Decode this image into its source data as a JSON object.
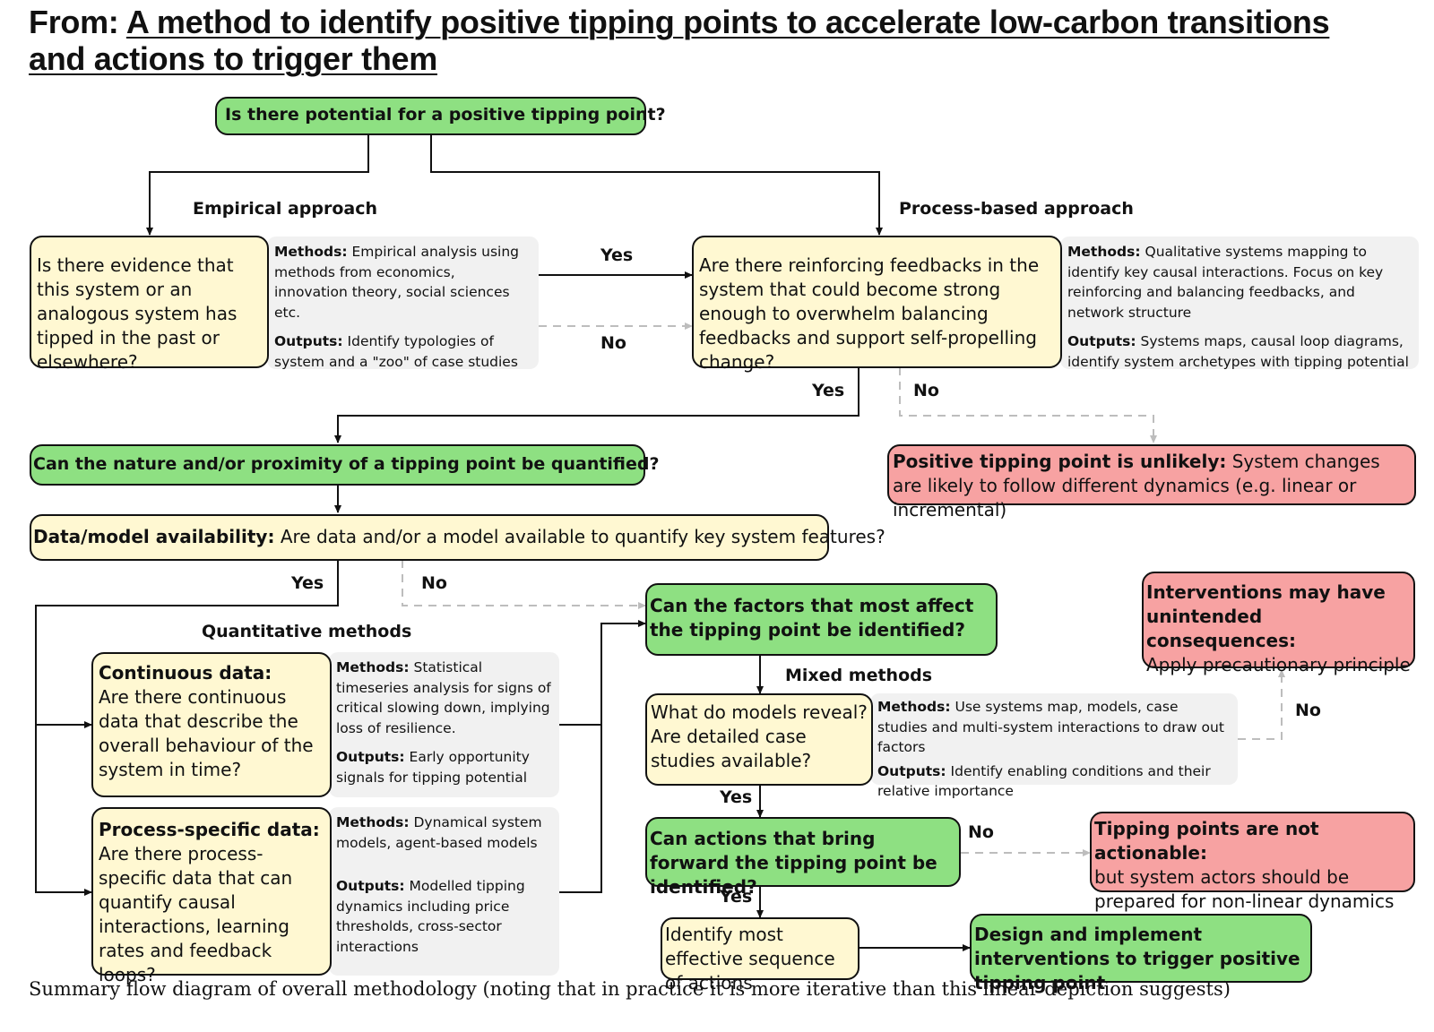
{
  "header": {
    "prefix": "From: ",
    "title": "A method to identify positive tipping points to accelerate low-carbon transitions and actions to trigger them"
  },
  "nodes": {
    "top_question": "Is there potential for a positive tipping point?",
    "empirical_label": "Empirical approach",
    "process_label": "Process-based approach",
    "empirical_question": "Is there evidence that this system or an analogous system has tipped in the past or elsewhere?",
    "empirical_methods_label": "Methods:",
    "empirical_methods": "Empirical analysis using methods from economics, innovation theory, social sciences etc.",
    "empirical_outputs_label": "Outputs:",
    "empirical_outputs": "Identify typologies of system and a \"zoo\" of case studies",
    "process_question": "Are there reinforcing feedbacks in the system that could become strong enough to overwhelm balancing feedbacks and support self-propelling change?",
    "process_methods_label": "Methods:",
    "process_methods": "Qualitative systems mapping to identify key causal interactions. Focus on key reinforcing and balancing feedbacks, and network structure",
    "process_outputs_label": "Outputs:",
    "process_outputs": "Systems maps, causal loop diagrams, identify system archetypes with tipping potential",
    "quantify_question": "Can the nature and/or proximity of a tipping point be quantified?",
    "unlikely_bold": "Positive tipping point is unlikely:",
    "unlikely_text": "System changes are likely to follow different dynamics (e.g. linear or incremental)",
    "data_bold": "Data/model availability:",
    "data_text": "Are data and/or a model available to quantify key system features?",
    "quant_label": "Quantitative methods",
    "continuous_bold": "Continuous data:",
    "continuous_text": "Are there continuous data that describe the overall behaviour of the system in time?",
    "continuous_methods_label": "Methods:",
    "continuous_methods": "Statistical timeseries analysis for signs of critical slowing down, implying loss of resilience.",
    "continuous_outputs_label": "Outputs:",
    "continuous_outputs": "Early opportunity signals for tipping potential",
    "process_data_bold": "Process-specific data:",
    "process_data_text": "Are there process-specific data that can quantify causal interactions, learning rates and feedback loops?",
    "process_data_methods_label": "Methods:",
    "process_data_methods": "Dynamical system models, agent-based models",
    "process_data_outputs_label": "Outputs:",
    "process_data_outputs": "Modelled tipping dynamics including price thresholds, cross-sector interactions",
    "factors_question": "Can the factors that most affect the tipping point be identified?",
    "mixed_label": "Mixed methods",
    "models_question": "What do models reveal? Are detailed case studies available?",
    "mixed_methods_label": "Methods:",
    "mixed_methods": "Use systems map, models, case studies and multi-system interactions to draw out factors",
    "mixed_outputs_label": "Outputs:",
    "mixed_outputs": "Identify enabling conditions and their relative importance",
    "unintended_bold": "Interventions may have unintended consequences:",
    "unintended_text": "Apply precautionary principle",
    "actions_question": "Can actions that bring forward the tipping point be identified?",
    "not_actionable_bold": "Tipping points are not actionable:",
    "not_actionable_text": "but system actors should be prepared for non-linear dynamics",
    "sequence_text": "Identify most effective sequence of actions",
    "design_text": "Design and implement interventions to trigger positive tipping point"
  },
  "edge_labels": {
    "yes": "Yes",
    "no": "No"
  },
  "colors": {
    "green": "#8ee082",
    "yellow": "#fff8d2",
    "red": "#f7a2a2",
    "grey": "#f1f1f1",
    "line": "#111111",
    "dashed": "#bdbdbd"
  },
  "caption": "Summary flow diagram of overall methodology (noting that in practice it is more iterative than this linear depiction suggests)"
}
